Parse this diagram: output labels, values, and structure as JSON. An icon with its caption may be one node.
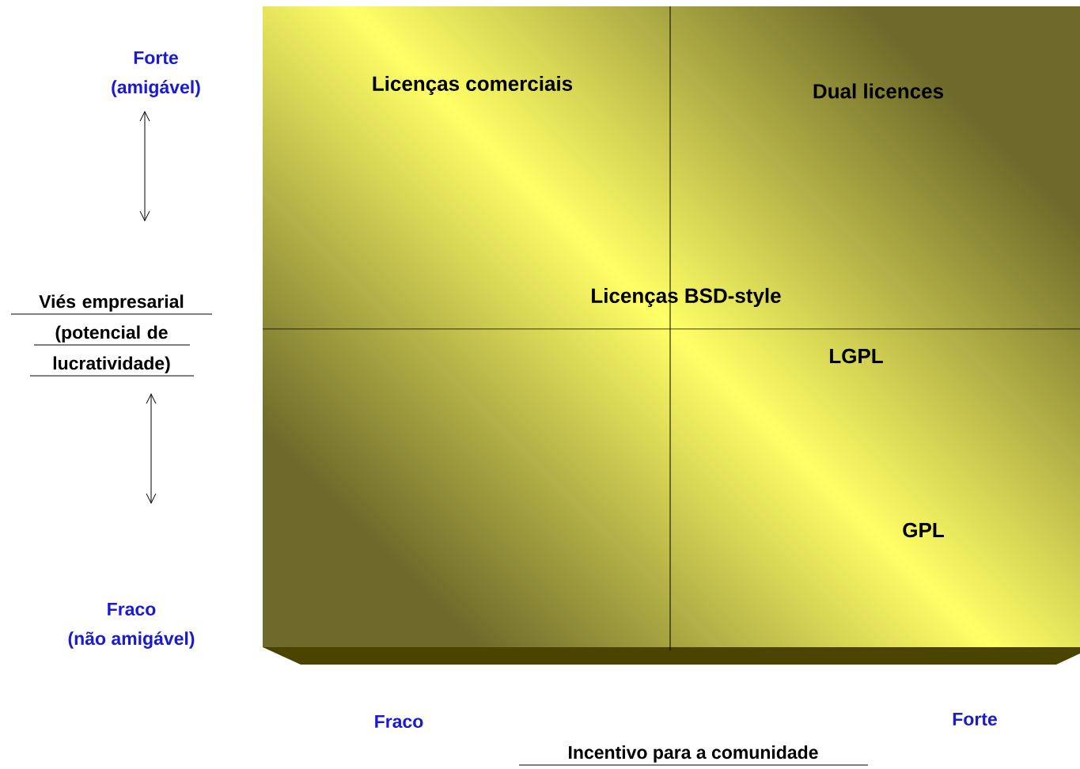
{
  "diagram": {
    "nodes": [
      {
        "text": [
          "Licenças comerciais",
          "Dual licences",
          "Licenças BSD-style",
          "LGPL",
          "GPL"
        ]
      }
    ],
    "labels": [
      "Forte",
      "(amigável)",
      "Viés empresarial (potencial de lucratividade)",
      "Fraco",
      "(não amigável)",
      "Fraco",
      "Forte",
      "Incentivo para a comunidade"
    ]
  }
}
